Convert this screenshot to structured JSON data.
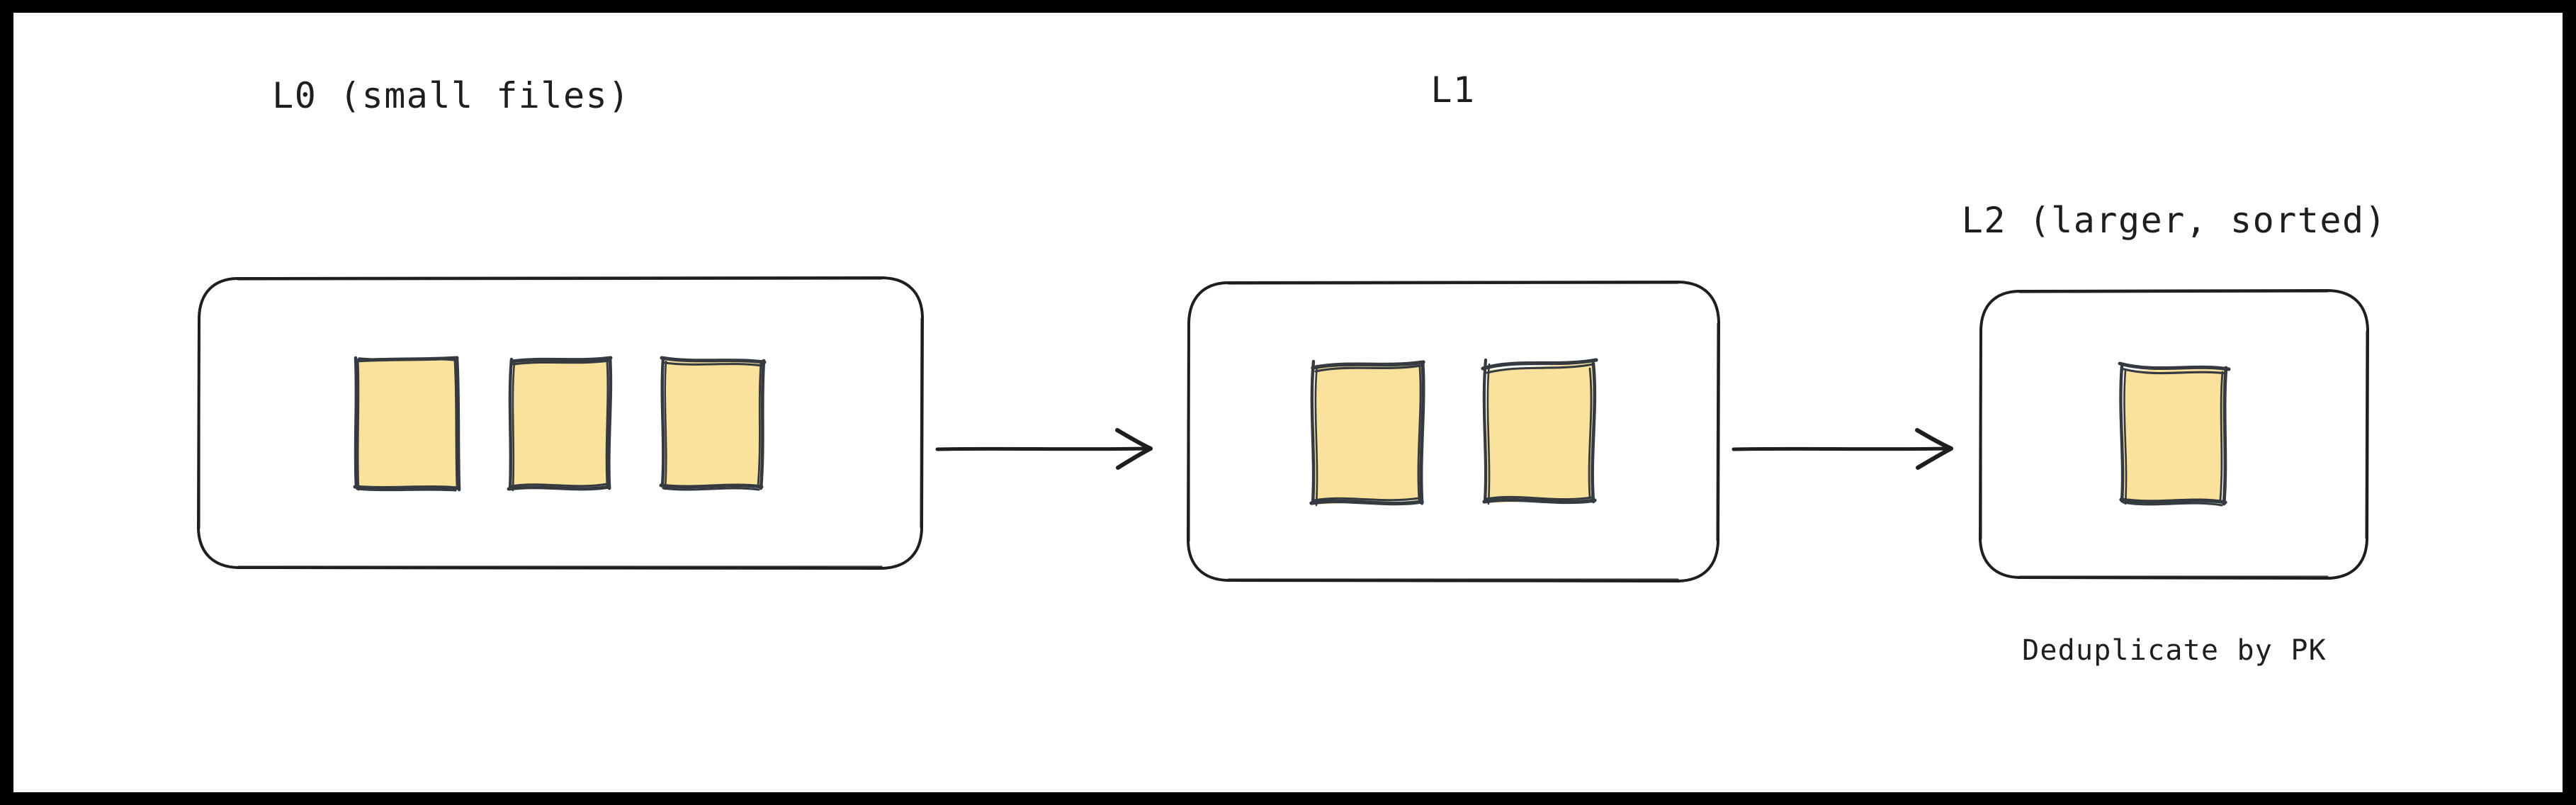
{
  "diagram": {
    "title_absent": true,
    "background_color": "#ffffff",
    "frame_color": "#000000",
    "stroke_color": "#1e1e1e",
    "file_fill_color": "#fae29c",
    "file_stroke_color": "#343a40",
    "levels": [
      {
        "id": "l0",
        "label": "L0 (small files)",
        "file_count": 3,
        "file_size": "small",
        "caption": ""
      },
      {
        "id": "l1",
        "label": "L1",
        "file_count": 2,
        "file_size": "medium",
        "caption": ""
      },
      {
        "id": "l2",
        "label": "L2 (larger, sorted)",
        "file_count": 1,
        "file_size": "large",
        "caption": "Deduplicate by PK"
      }
    ],
    "arrows": [
      {
        "id": "arrow-l0-l1",
        "from": "l0",
        "to": "l1",
        "label": ""
      },
      {
        "id": "arrow-l1-l2",
        "from": "l1",
        "to": "l2",
        "label": ""
      }
    ]
  }
}
